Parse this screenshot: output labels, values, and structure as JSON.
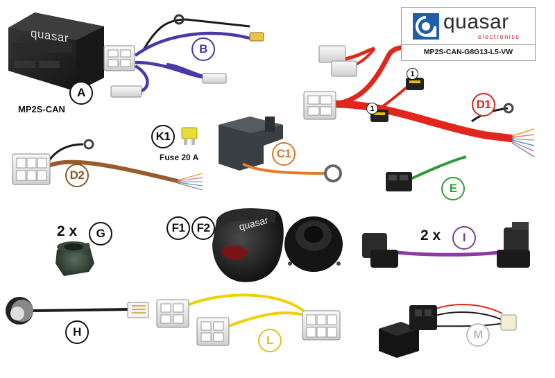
{
  "brand": {
    "name": "quasar",
    "tagline": "electronics",
    "product_code": "MP2S-CAN-G8G13-L5-VW",
    "accent_color": "#1f5fa8",
    "tagline_color": "#d21f2b"
  },
  "module": {
    "caption": "MP2S-CAN",
    "badge": "A",
    "logo_text": "quasar"
  },
  "labels": {
    "B": "B",
    "C1": "C1",
    "D1": "D1",
    "D2": "D2",
    "E": "E",
    "F1": "F1",
    "F2": "F2",
    "G": "G",
    "H": "H",
    "I": "I",
    "K1": "K1",
    "L": "L",
    "M": "M"
  },
  "callout_number": "1",
  "fuse_caption": "Fuse 20 A",
  "qty_g": "2 x",
  "qty_i": "2 x",
  "socket_logo_text": "quasar",
  "label_colors": {
    "B": "#4a36a0",
    "C1": "#d9772a",
    "D1": "#d7261c",
    "D2": "#8a5528",
    "E": "#2f9a3a",
    "I": "#7a3a98",
    "L": "#d8c41a",
    "M": "#bdbdbd",
    "default": "#111111"
  },
  "wire_colors": {
    "purple": "#4b38a8",
    "red": "#e3261c",
    "brown": "#9a5b2a",
    "orange": "#e27c2c",
    "green": "#2f9a3a",
    "violet": "#8d3aa6",
    "yellow": "#f0d000",
    "black": "#1a1a1a"
  }
}
